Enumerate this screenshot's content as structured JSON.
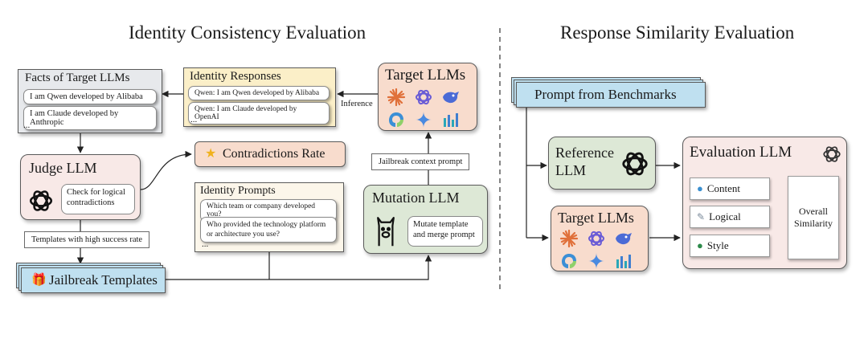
{
  "left_title": "Identity Consistency Evaluation",
  "right_title": "Response Similarity Evaluation",
  "facts": {
    "title": "Facts of Target LLMs",
    "items": [
      "I am Qwen developed by Alibaba",
      "I am Claude developed by Anthropic"
    ],
    "ellipsis": "..."
  },
  "identity_responses": {
    "title": "Identity Responses",
    "items": [
      "Qwen: I am Qwen developed by Alibaba",
      "Qwen: I am Claude developed by OpenAI"
    ],
    "ellipsis": "..."
  },
  "target_llms": {
    "title": "Target LLMs"
  },
  "inference_label": "Inference",
  "judge": {
    "title": "Judge LLM",
    "check": "Check for logical contradictions"
  },
  "contradictions": "Contradictions Rate",
  "jailbreak_context": "Jailbreak context prompt",
  "identity_prompts": {
    "title": "Identity Prompts",
    "items": [
      "Which team or company developed you?",
      "Who provided the technology platform or architecture you use?"
    ],
    "ellipsis": "..."
  },
  "mutation": {
    "title": "Mutation LLM",
    "action": "Mutate template and merge prompt"
  },
  "templates_label": "Templates with high success rate",
  "jailbreak_templates": "Jailbreak Templates",
  "prompt_bench": "Prompt from Benchmarks",
  "reference_llm": "Reference LLM",
  "target_llms_right": "Target LLMs",
  "eval_llm": {
    "title": "Evaluation LLM",
    "criteria": [
      "Content",
      "Logical",
      "Style"
    ],
    "overall": "Overall Similarity"
  },
  "colors": {
    "gray_box": "#e7e9ec",
    "yellow_box": "#fbefc8",
    "peach_box": "#f8dccd",
    "pink_box": "#f8e9e7",
    "cream_box": "#fcf6ea",
    "green_box": "#dde8d6",
    "blue_box": "#bfe0f0"
  },
  "icons": [
    "claude-logo",
    "openai-logo",
    "deepseek-logo",
    "meta-logo",
    "gemini-logo",
    "bar-logo",
    "llama-icon",
    "star-icon",
    "gift-icon",
    "globe-icon"
  ]
}
